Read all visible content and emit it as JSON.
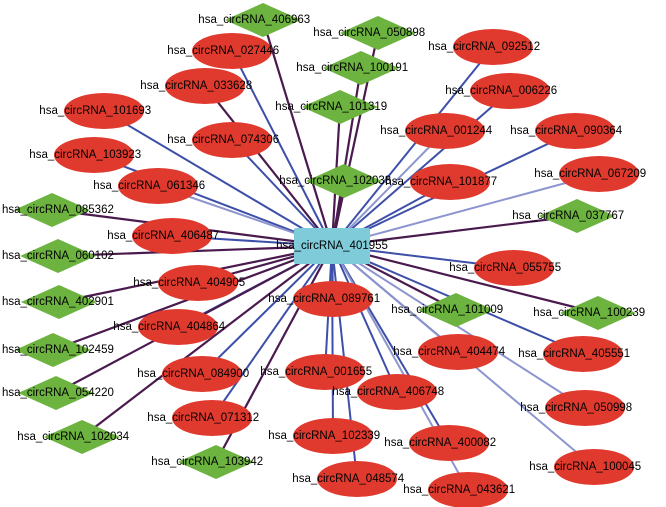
{
  "colors": {
    "hub_fill": "#7FCBD9",
    "circ_fill": "#E03A2F",
    "diamond_fill": "#6DB33F",
    "edge_blue": "#3D4FA8",
    "edge_purple": "#4A1A4F",
    "edge_light": "#8C95CF",
    "label": "#000000"
  },
  "hub": {
    "label": "hsa_circRNA_401955"
  },
  "nodes": [
    {
      "label": "hsa_circRNA_406963",
      "shape": "diamond",
      "edge": "purple"
    },
    {
      "label": "hsa_circRNA_050898",
      "shape": "diamond",
      "edge": "purple"
    },
    {
      "label": "hsa_circRNA_092512",
      "shape": "ellipse",
      "edge": "blue"
    },
    {
      "label": "hsa_circRNA_027446",
      "shape": "ellipse",
      "edge": "blue"
    },
    {
      "label": "hsa_circRNA_100191",
      "shape": "diamond",
      "edge": "purple"
    },
    {
      "label": "hsa_circRNA_006226",
      "shape": "ellipse",
      "edge": "blue"
    },
    {
      "label": "hsa_circRNA_033628",
      "shape": "ellipse",
      "edge": "purple"
    },
    {
      "label": "hsa_circRNA_101319",
      "shape": "diamond",
      "edge": "purple"
    },
    {
      "label": "hsa_circRNA_101693",
      "shape": "ellipse",
      "edge": "blue"
    },
    {
      "label": "hsa_circRNA_001244",
      "shape": "ellipse",
      "edge": "light"
    },
    {
      "label": "hsa_circRNA_090364",
      "shape": "ellipse",
      "edge": "blue"
    },
    {
      "label": "hsa_circRNA_074306",
      "shape": "ellipse",
      "edge": "blue"
    },
    {
      "label": "hsa_circRNA_103923",
      "shape": "ellipse",
      "edge": "blue"
    },
    {
      "label": "hsa_circRNA_102033",
      "shape": "diamond",
      "edge": "purple"
    },
    {
      "label": "hsa_circRNA_101877",
      "shape": "ellipse",
      "edge": "blue"
    },
    {
      "label": "hsa_circRNA_067209",
      "shape": "ellipse",
      "edge": "light"
    },
    {
      "label": "hsa_circRNA_061346",
      "shape": "ellipse",
      "edge": "light"
    },
    {
      "label": "hsa_circRNA_085362",
      "shape": "diamond",
      "edge": "purple"
    },
    {
      "label": "hsa_circRNA_037767",
      "shape": "diamond",
      "edge": "purple"
    },
    {
      "label": "hsa_circRNA_406487",
      "shape": "ellipse",
      "edge": "blue"
    },
    {
      "label": "hsa_circRNA_060102",
      "shape": "diamond",
      "edge": "purple"
    },
    {
      "label": "hsa_circRNA_055755",
      "shape": "ellipse",
      "edge": "blue"
    },
    {
      "label": "hsa_circRNA_404905",
      "shape": "ellipse",
      "edge": "purple"
    },
    {
      "label": "hsa_circRNA_089761",
      "shape": "ellipse",
      "edge": "blue"
    },
    {
      "label": "hsa_circRNA_402901",
      "shape": "diamond",
      "edge": "purple"
    },
    {
      "label": "hsa_circRNA_101009",
      "shape": "diamond",
      "edge": "purple"
    },
    {
      "label": "hsa_circRNA_100239",
      "shape": "diamond",
      "edge": "purple"
    },
    {
      "label": "hsa_circRNA_404864",
      "shape": "ellipse",
      "edge": "blue"
    },
    {
      "label": "hsa_circRNA_102459",
      "shape": "diamond",
      "edge": "purple"
    },
    {
      "label": "hsa_circRNA_404474",
      "shape": "ellipse",
      "edge": "blue"
    },
    {
      "label": "hsa_circRNA_405551",
      "shape": "ellipse",
      "edge": "blue"
    },
    {
      "label": "hsa_circRNA_001655",
      "shape": "ellipse",
      "edge": "blue"
    },
    {
      "label": "hsa_circRNA_084900",
      "shape": "ellipse",
      "edge": "blue"
    },
    {
      "label": "hsa_circRNA_054220",
      "shape": "diamond",
      "edge": "purple"
    },
    {
      "label": "hsa_circRNA_406748",
      "shape": "ellipse",
      "edge": "blue"
    },
    {
      "label": "hsa_circRNA_071312",
      "shape": "ellipse",
      "edge": "blue"
    },
    {
      "label": "hsa_circRNA_050998",
      "shape": "ellipse",
      "edge": "light"
    },
    {
      "label": "hsa_circRNA_102034",
      "shape": "diamond",
      "edge": "purple"
    },
    {
      "label": "hsa_circRNA_102339",
      "shape": "ellipse",
      "edge": "blue"
    },
    {
      "label": "hsa_circRNA_400082",
      "shape": "ellipse",
      "edge": "blue"
    },
    {
      "label": "hsa_circRNA_103942",
      "shape": "diamond",
      "edge": "purple"
    },
    {
      "label": "hsa_circRNA_100045",
      "shape": "ellipse",
      "edge": "light"
    },
    {
      "label": "hsa_circRNA_048574",
      "shape": "ellipse",
      "edge": "blue"
    },
    {
      "label": "hsa_circRNA_043621",
      "shape": "ellipse",
      "edge": "light"
    }
  ]
}
